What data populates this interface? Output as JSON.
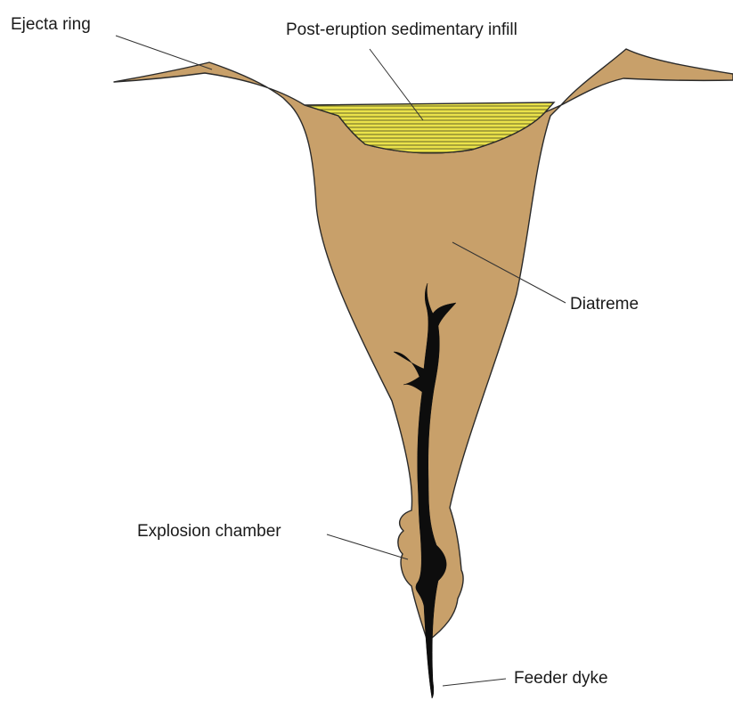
{
  "labels": {
    "ejecta_ring": "Ejecta ring",
    "sedimentary_infill": "Post-eruption sedimentary infill",
    "diatreme": "Diatreme",
    "explosion_chamber": "Explosion chamber",
    "feeder_dyke": "Feeder dyke"
  },
  "colors": {
    "diatreme_fill": "#c8a06a",
    "infill_fill": "#eae24a",
    "magma_fill": "#0d0d0d",
    "outline": "#2a2a2a",
    "leader": "#333333"
  }
}
